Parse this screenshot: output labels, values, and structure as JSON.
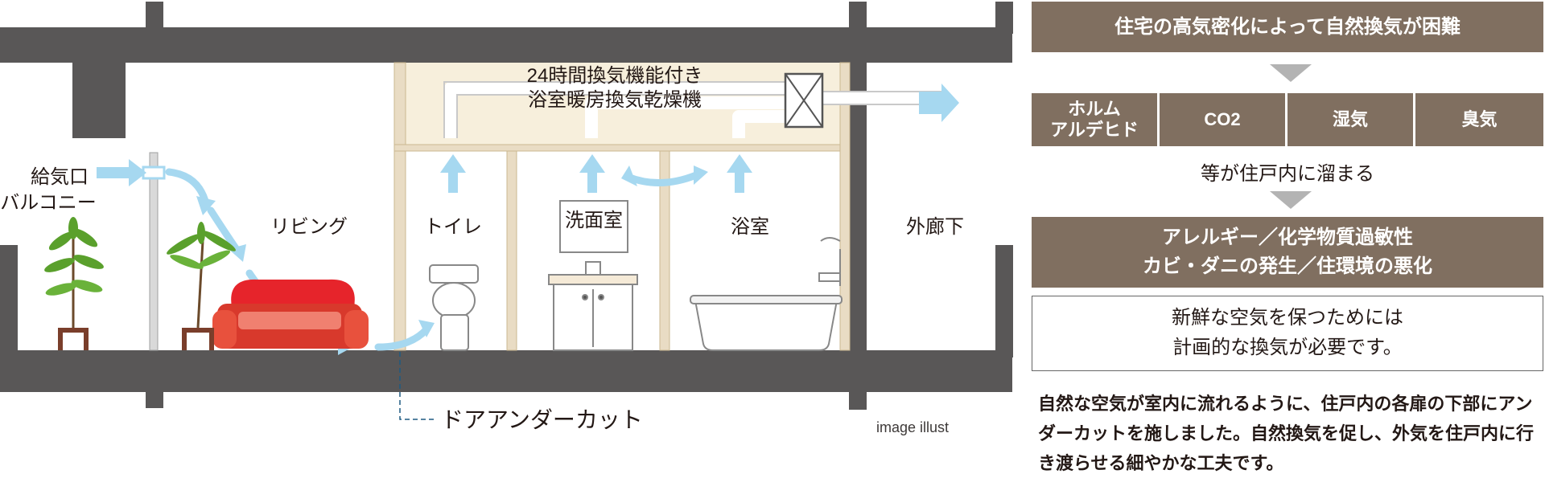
{
  "diagram": {
    "ventilator_label": [
      "24時間換気機能付き",
      "浴室暖房換気乾燥機"
    ],
    "supply_label": [
      "給気口",
      "バルコニー"
    ],
    "rooms": {
      "living": "リビング",
      "toilet": "トイレ",
      "washroom": "洗面室",
      "bathroom": "浴室",
      "corridor": "外廊下"
    },
    "undercut_label": "ドアアンダーカット",
    "image_note": "image illust",
    "colors": {
      "wall": "#595757",
      "partition": "#e9dcc4",
      "airflow": "#a6d8f0",
      "sofa": "#e6242b",
      "plant": "#5aa02c"
    }
  },
  "panel": {
    "title": "住宅の高気密化によって自然換気が困難",
    "pollutants": [
      "ホルム\nアルデヒド",
      "CO2",
      "湿気",
      "臭気"
    ],
    "accumulate": "等が住戸内に溜まる",
    "effects": [
      "アレルギー／化学物質過敏性",
      "カビ・ダニの発生／住環境の悪化"
    ],
    "need": [
      "新鮮な空気を保つためには",
      "計画的な換気が必要です。"
    ],
    "description": "自然な空気が室内に流れるように、住戸内の各扉の下部にアンダーカットを施しました。自然換気を促し、外気を住戸内に行き渡らせる細やかな工夫です。",
    "colors": {
      "bar": "#806f60",
      "arrow": "#b3b3b3"
    }
  }
}
